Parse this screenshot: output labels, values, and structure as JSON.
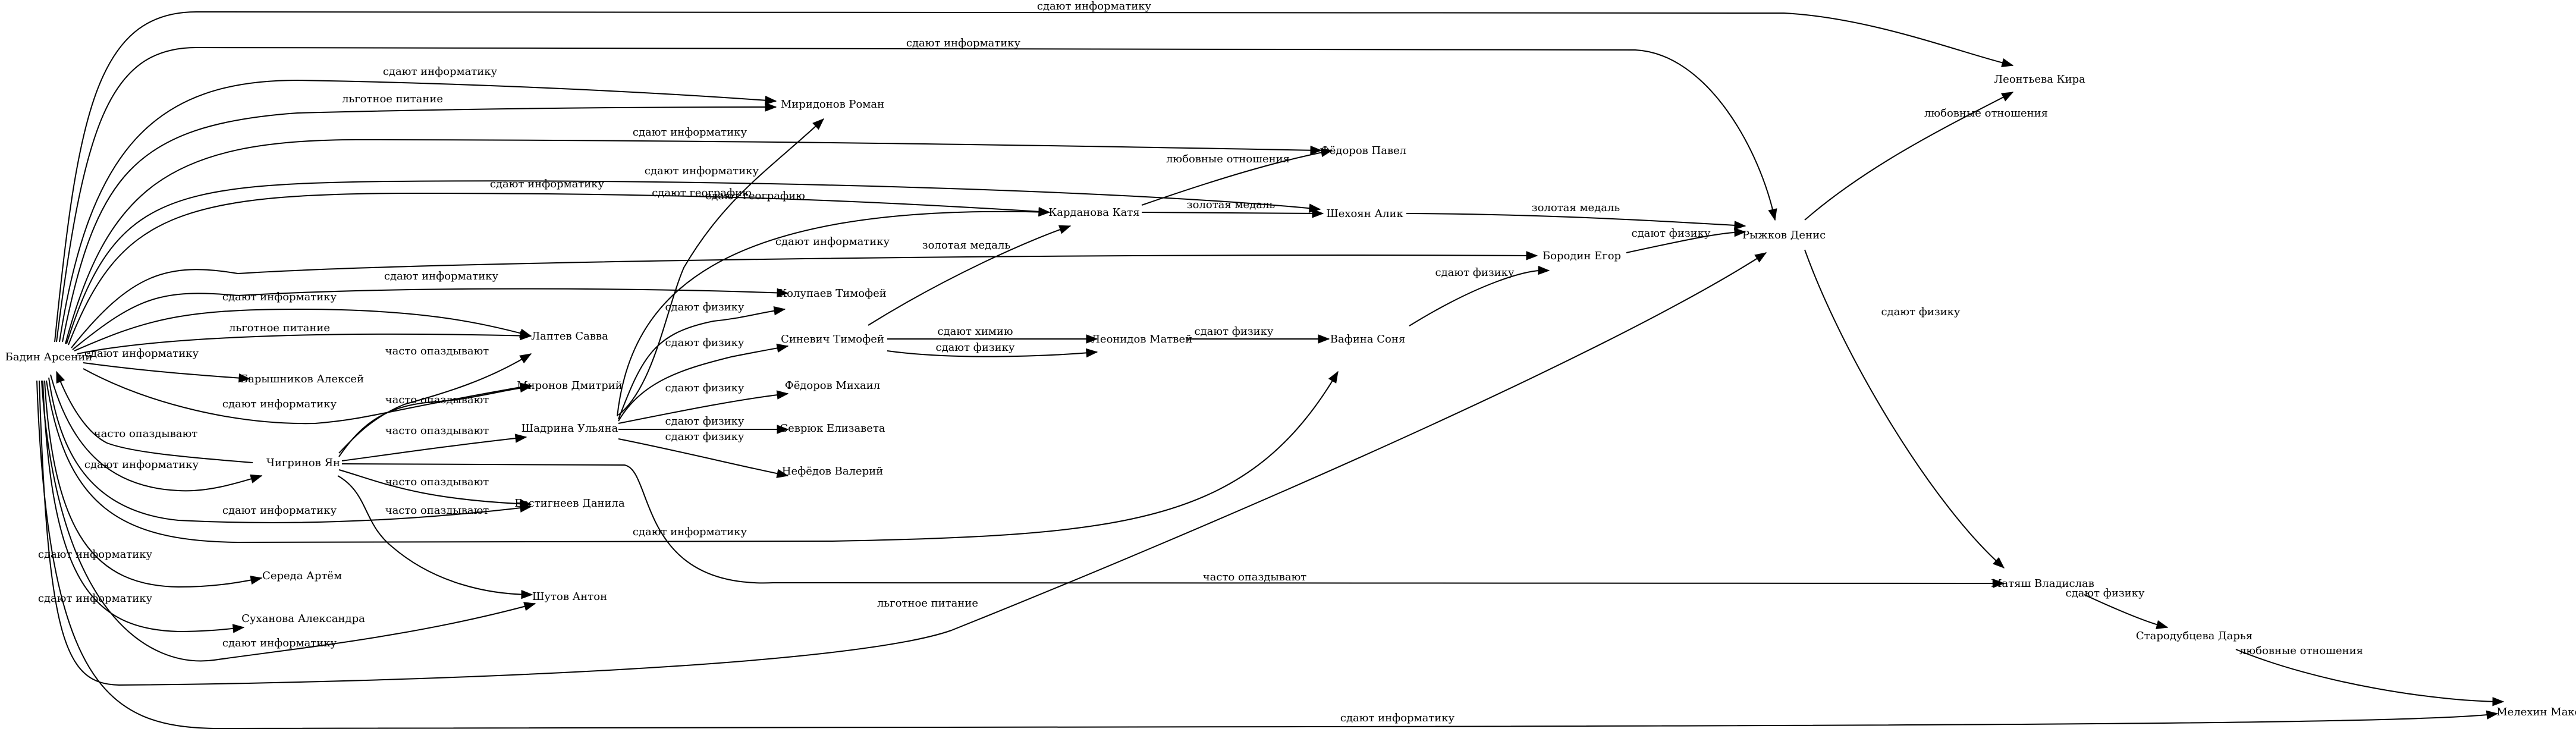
{
  "graph": {
    "type": "directed",
    "background": "#ffffff",
    "edge_color": "#000000",
    "nodes": [
      {
        "id": "badin",
        "label": "Бадин Арсений"
      },
      {
        "id": "miridonov",
        "label": "Миридонов Роман"
      },
      {
        "id": "fedorov_pavel",
        "label": "Фёдоров Павел"
      },
      {
        "id": "shekhoyan",
        "label": "Шехоян Алик"
      },
      {
        "id": "kardanova",
        "label": "Карданова Катя"
      },
      {
        "id": "leontieva",
        "label": "Леонтьева Кира"
      },
      {
        "id": "ryzhkov",
        "label": "Рыжков Денис"
      },
      {
        "id": "borodin",
        "label": "Бородин Егор"
      },
      {
        "id": "kolupaev",
        "label": "Колупаев Тимофей"
      },
      {
        "id": "laptev",
        "label": "Лаптев Савва"
      },
      {
        "id": "sinevich",
        "label": "Синевич Тимофей"
      },
      {
        "id": "leonidov",
        "label": "Леонидов Матвей"
      },
      {
        "id": "vafina",
        "label": "Вафина Соня"
      },
      {
        "id": "baryshnikov",
        "label": "Барышников Алексей"
      },
      {
        "id": "mironov",
        "label": "Миронов Дмитрий"
      },
      {
        "id": "fedorov_mikhail",
        "label": "Фёдоров Михаил"
      },
      {
        "id": "shadrina",
        "label": "Шадрина Ульяна"
      },
      {
        "id": "sevryuk",
        "label": "Севрюк Елизавета"
      },
      {
        "id": "chigrinov",
        "label": "Чигринов Ян"
      },
      {
        "id": "nefedov",
        "label": "Нефёдов Валерий"
      },
      {
        "id": "evstigneev",
        "label": "Евстигнеев Данила"
      },
      {
        "id": "sereda",
        "label": "Середа Артём"
      },
      {
        "id": "matyash",
        "label": "Матяш Владислав"
      },
      {
        "id": "shutov",
        "label": "Шутов Антон"
      },
      {
        "id": "sukhanova",
        "label": "Суханова Александра"
      },
      {
        "id": "starodubtseva",
        "label": "Стародубцева Дарья"
      },
      {
        "id": "melekhin",
        "label": "Мелехин Максим"
      }
    ],
    "edges": [
      {
        "from": "badin",
        "to": "leontieva",
        "label": "сдают информатику"
      },
      {
        "from": "badin",
        "to": "ryzhkov",
        "label": "сдают информатику"
      },
      {
        "from": "badin",
        "to": "miridonov",
        "label": "сдают информатику"
      },
      {
        "from": "badin",
        "to": "miridonov",
        "label": "льготное питание"
      },
      {
        "from": "badin",
        "to": "fedorov_pavel",
        "label": "сдают информатику"
      },
      {
        "from": "badin",
        "to": "shekhoyan",
        "label": "сдают информатику"
      },
      {
        "from": "badin",
        "to": "kardanova",
        "label": "сдают информатику"
      },
      {
        "from": "badin",
        "to": "borodin",
        "label": "сдают информатику"
      },
      {
        "from": "badin",
        "to": "kolupaev",
        "label": "сдают информатику"
      },
      {
        "from": "badin",
        "to": "laptev",
        "label": "сдают информатику"
      },
      {
        "from": "badin",
        "to": "laptev",
        "label": "льготное питание"
      },
      {
        "from": "badin",
        "to": "baryshnikov",
        "label": "сдают информатику"
      },
      {
        "from": "badin",
        "to": "mironov",
        "label": "сдают информатику"
      },
      {
        "from": "chigrinov",
        "to": "badin",
        "label": "часто опаздывают"
      },
      {
        "from": "badin",
        "to": "chigrinov",
        "label": "сдают информатику"
      },
      {
        "from": "badin",
        "to": "evstigneev",
        "label": "сдают информатику"
      },
      {
        "from": "badin",
        "to": "vafina",
        "label": "сдают информатику"
      },
      {
        "from": "badin",
        "to": "sereda",
        "label": "сдают информатику"
      },
      {
        "from": "badin",
        "to": "sukhanova",
        "label": "сдают информатику"
      },
      {
        "from": "badin",
        "to": "shutov",
        "label": "сдают информатику"
      },
      {
        "from": "badin",
        "to": "ryzhkov",
        "label": "льготное питание"
      },
      {
        "from": "badin",
        "to": "melekhin",
        "label": "сдают информатику"
      },
      {
        "from": "chigrinov",
        "to": "laptev",
        "label": "часто опаздывают"
      },
      {
        "from": "chigrinov",
        "to": "mironov",
        "label": "часто опаздывают"
      },
      {
        "from": "chigrinov",
        "to": "shadrina",
        "label": "часто опаздывают"
      },
      {
        "from": "chigrinov",
        "to": "evstigneev",
        "label": "часто опаздывают"
      },
      {
        "from": "chigrinov",
        "to": "shutov",
        "label": "часто опаздывают"
      },
      {
        "from": "chigrinov",
        "to": "matyash",
        "label": "часто опаздывают"
      },
      {
        "from": "shadrina",
        "to": "miridonov",
        "label": "сдают географию"
      },
      {
        "from": "shadrina",
        "to": "kolupaev",
        "label": "сдают физику"
      },
      {
        "from": "shadrina",
        "to": "sinevich",
        "label": "сдают физику"
      },
      {
        "from": "shadrina",
        "to": "fedorov_mikhail",
        "label": "сдают физику"
      },
      {
        "from": "shadrina",
        "to": "sevryuk",
        "label": "сдают физику"
      },
      {
        "from": "shadrina",
        "to": "nefedov",
        "label": "сдают физику"
      },
      {
        "from": "shadrina",
        "to": "kardanova",
        "label": "сдают географию"
      },
      {
        "from": "sinevich",
        "to": "kardanova",
        "label": "золотая медаль"
      },
      {
        "from": "sinevich",
        "to": "leonidov",
        "label": "сдают химию"
      },
      {
        "from": "sinevich",
        "to": "leonidov",
        "label": "сдают физику"
      },
      {
        "from": "leonidov",
        "to": "vafina",
        "label": "сдают физику"
      },
      {
        "from": "kardanova",
        "to": "fedorov_pavel",
        "label": "любовные отношения"
      },
      {
        "from": "kardanova",
        "to": "shekhoyan",
        "label": "золотая медаль"
      },
      {
        "from": "shekhoyan",
        "to": "ryzhkov",
        "label": "золотая медаль"
      },
      {
        "from": "vafina",
        "to": "borodin",
        "label": "сдают физику"
      },
      {
        "from": "borodin",
        "to": "ryzhkov",
        "label": "сдают физику"
      },
      {
        "from": "ryzhkov",
        "to": "leontieva",
        "label": "любовные отношения"
      },
      {
        "from": "ryzhkov",
        "to": "matyash",
        "label": "сдают физику"
      },
      {
        "from": "matyash",
        "to": "starodubtseva",
        "label": "сдают физику"
      },
      {
        "from": "starodubtseva",
        "to": "melekhin",
        "label": "любовные отношения"
      }
    ]
  }
}
